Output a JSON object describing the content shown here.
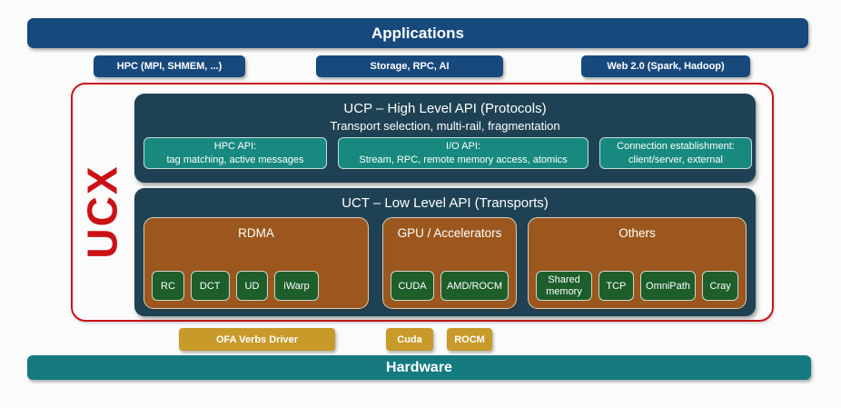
{
  "colors": {
    "navy": "#17497d",
    "slate": "#1e4254",
    "teal": "#17897e",
    "brown": "#9b571d",
    "green": "#1d5e2b",
    "gold": "#c79a29",
    "hardware_teal": "#147a80",
    "red": "#cc1116"
  },
  "applications": {
    "label": "Applications"
  },
  "app_domains": [
    {
      "label": "HPC (MPI, SHMEM, ...)"
    },
    {
      "label": "Storage, RPC, AI"
    },
    {
      "label": "Web 2.0 (Spark, Hadoop)"
    }
  ],
  "ucx": {
    "label": "UCX"
  },
  "ucp": {
    "title": "UCP – High Level API (Protocols)",
    "subtitle": "Transport selection, multi-rail, fragmentation",
    "apis": [
      {
        "title": "HPC API:",
        "desc": "tag matching, active messages"
      },
      {
        "title": "I/O API:",
        "desc": "Stream, RPC, remote memory access, atomics"
      },
      {
        "title": "Connection establishment:",
        "desc": "client/server, external"
      }
    ]
  },
  "uct": {
    "title": "UCT – Low Level API (Transports)",
    "groups": [
      {
        "title": "RDMA",
        "transports": [
          "RC",
          "DCT",
          "UD",
          "iWarp"
        ]
      },
      {
        "title": "GPU / Accelerators",
        "transports": [
          "CUDA",
          "AMD/ROCM"
        ]
      },
      {
        "title": "Others",
        "transports": [
          "Shared memory",
          "TCP",
          "OmniPath",
          "Cray"
        ]
      }
    ]
  },
  "drivers": [
    {
      "label": "OFA Verbs Driver"
    },
    {
      "label": "Cuda"
    },
    {
      "label": "ROCM"
    }
  ],
  "hardware": {
    "label": "Hardware"
  }
}
